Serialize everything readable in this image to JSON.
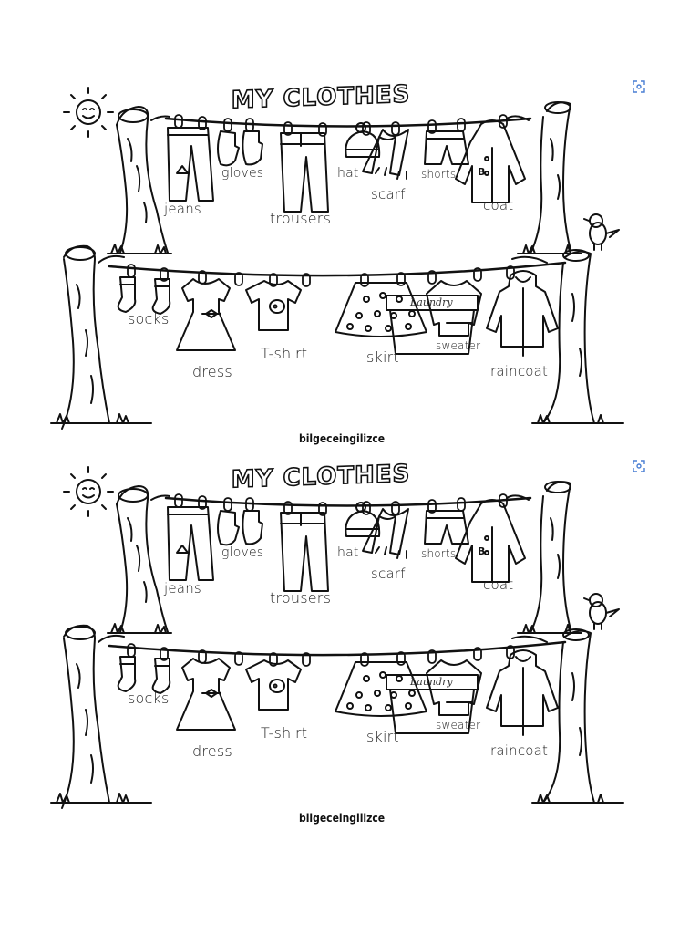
{
  "sheets": [
    {
      "title": "MY CLOTHES",
      "labels": {
        "gloves": "gloves",
        "hat": "hat",
        "scarf": "scarf",
        "shorts": "shorts",
        "jeans": "jeans",
        "trousers": "trousers",
        "coat": "coat",
        "socks": "socks",
        "dress": "dress",
        "tshirt": "T-shirt",
        "skirt": "skirt",
        "sweater": "sweater",
        "raincoat": "raincoat",
        "laundry": "Laundry"
      },
      "credit": "bilgeceingilizce"
    },
    {
      "title": "MY CLOTHES",
      "labels": {
        "gloves": "gloves",
        "hat": "hat",
        "scarf": "scarf",
        "shorts": "shorts",
        "jeans": "jeans",
        "trousers": "trousers",
        "coat": "coat",
        "socks": "socks",
        "dress": "dress",
        "tshirt": "T-shirt",
        "skirt": "skirt",
        "sweater": "sweater",
        "raincoat": "raincoat",
        "laundry": "Laundry"
      },
      "credit": "bilgeceingilizce"
    }
  ],
  "icons": {
    "zoom": "expand-icon"
  },
  "colors": {
    "ink": "#111111",
    "paper": "#ffffff",
    "zoom_icon": "#4a7fd4"
  }
}
